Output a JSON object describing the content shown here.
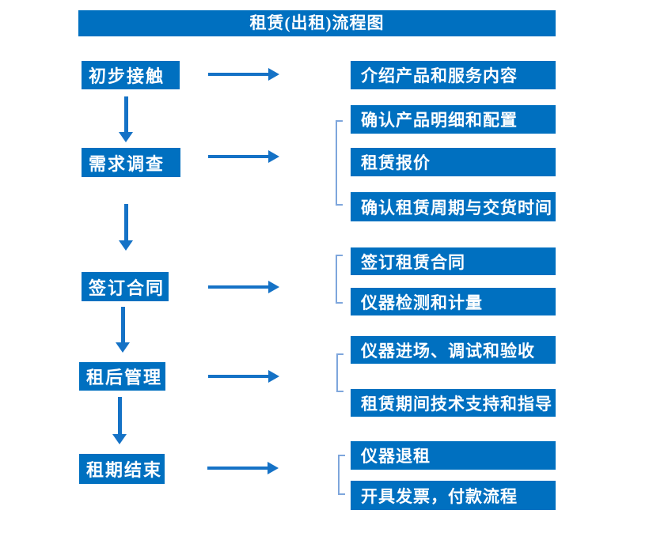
{
  "flowchart": {
    "title": "租赁(出租)流程图",
    "stages": [
      {
        "label": "初步接触",
        "outputs": [
          "介绍产品和服务内容"
        ]
      },
      {
        "label": "需求调查",
        "outputs": [
          "确认产品明细和配置",
          "租赁报价",
          "确认租赁周期与交货时间"
        ]
      },
      {
        "label": "签订合同",
        "outputs": [
          "签订租赁合同",
          "仪器检测和计量"
        ]
      },
      {
        "label": "租后管理",
        "outputs": [
          "仪器进场、调试和验收",
          "租赁期间技术支持和指导"
        ]
      },
      {
        "label": "租期结束",
        "outputs": [
          "仪器退租",
          "开具发票，付款流程"
        ]
      }
    ]
  },
  "colors": {
    "box_blue": "#0070C0",
    "arrow_blue": "#1572C6",
    "bracket_blue": "#7EA6DC",
    "text_white": "#FFFFFF"
  }
}
